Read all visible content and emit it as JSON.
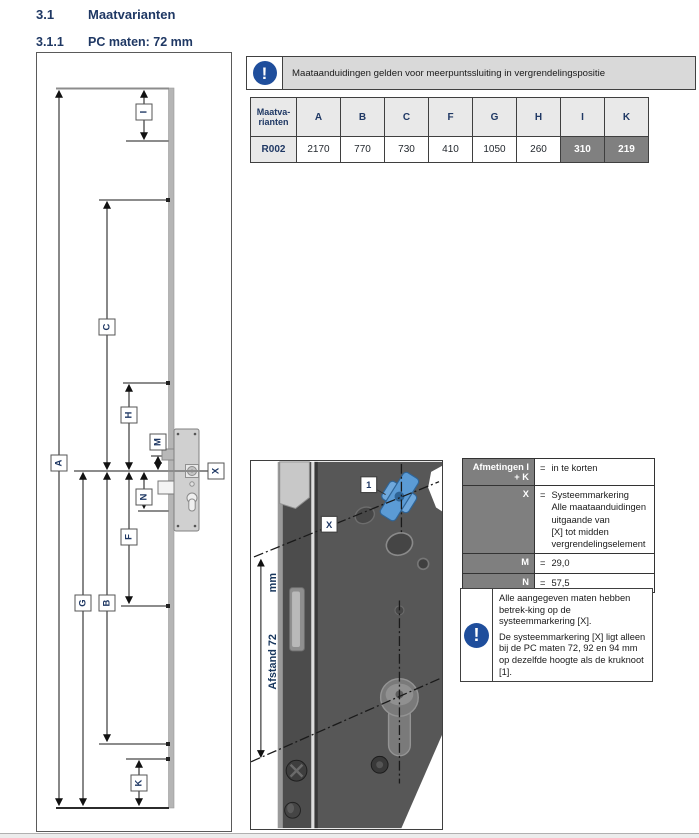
{
  "page": {
    "section_number": "3.1",
    "section_title": "Maatvarianten",
    "subsection_number": "3.1.1",
    "subsection_title": "PC maten: 72 mm"
  },
  "notice_top": {
    "icon": "mandatory-exclamation-icon",
    "glyph": "!",
    "text": "Maataanduidingen gelden voor meerpuntssluiting in vergrendelingspositie"
  },
  "dim_table": {
    "header": [
      "Maatva-\nrianten",
      "A",
      "B",
      "C",
      "F",
      "G",
      "H",
      "I",
      "K"
    ],
    "row": {
      "id": "R002",
      "values": [
        "2170",
        "770",
        "730",
        "410",
        "1050",
        "260",
        "310",
        "219"
      ]
    }
  },
  "legend_table": {
    "eq": "=",
    "rows": [
      {
        "key": "Afmetingen I + K",
        "value": "in te korten"
      },
      {
        "key": "X",
        "value": "Systeemmarkering\nAlle maataanduidingen\nuitgaande van\n[X] tot midden\nvergrendelingselement"
      },
      {
        "key": "M",
        "value": "29,0"
      },
      {
        "key": "N",
        "value": "57,5"
      }
    ]
  },
  "notice_bottom": {
    "icon": "mandatory-exclamation-icon",
    "glyph": "!",
    "paragraphs": {
      "p1": "Alle aangegeven maten hebben betrek-king op de systeemmarkering [X].",
      "p2": "De systeemmarkering [X] ligt alleen bij de PC maten 72, 92 en 94 mm op dezelfde hoogte als de kruknoot [1]."
    }
  },
  "drawing": {
    "labels": {
      "A": "A",
      "B": "B",
      "C": "C",
      "F": "F",
      "G": "G",
      "H": "H",
      "I": "I",
      "K": "K",
      "M": "M",
      "N": "N",
      "X": "X"
    }
  },
  "photo": {
    "marker_system": "X",
    "marker_knob": "1",
    "dim_text": "Afstand 72",
    "dim_unit": "mm"
  },
  "colors": {
    "heading": "#1f3864",
    "icon_blue": "#1f4e9c",
    "panel_gray": "#d9d9d9",
    "cell_dark": "#808080",
    "legend_key_bg": "#7f7f7f"
  }
}
